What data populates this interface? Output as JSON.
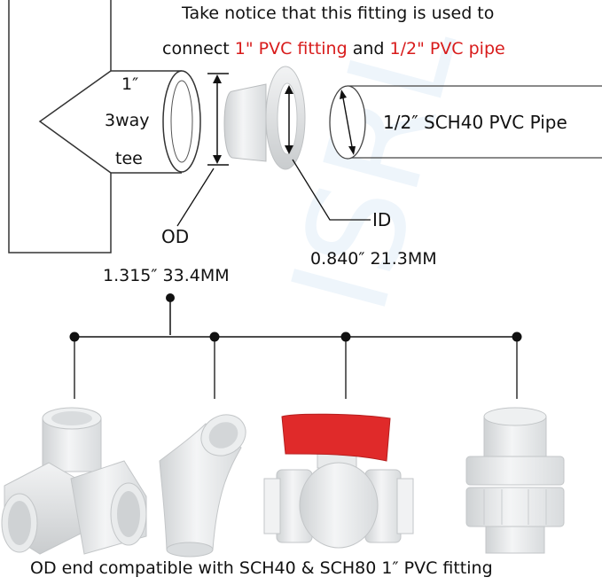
{
  "notice": {
    "line1": "Take notice that this fitting is used to",
    "line2_prefix": "connect ",
    "line2_fitting": "1\" PVC fitting",
    "line2_and": " and ",
    "line2_pipe": "1/2\" PVC pipe"
  },
  "tee": {
    "size": "1″",
    "kind": "3way",
    "word": "tee"
  },
  "pipe_label": "1/2″  SCH40 PVC Pipe",
  "od": {
    "label": "OD",
    "value": "1.315″  33.4MM"
  },
  "id": {
    "label": "ID",
    "value": "0.840″  21.3MM"
  },
  "footer": "OD end compatible with SCH40 & SCH80 1″  PVC fitting",
  "colors": {
    "valve_handle": "#e02a2a",
    "text_accent": "#d81b1b",
    "line": "#111111"
  }
}
